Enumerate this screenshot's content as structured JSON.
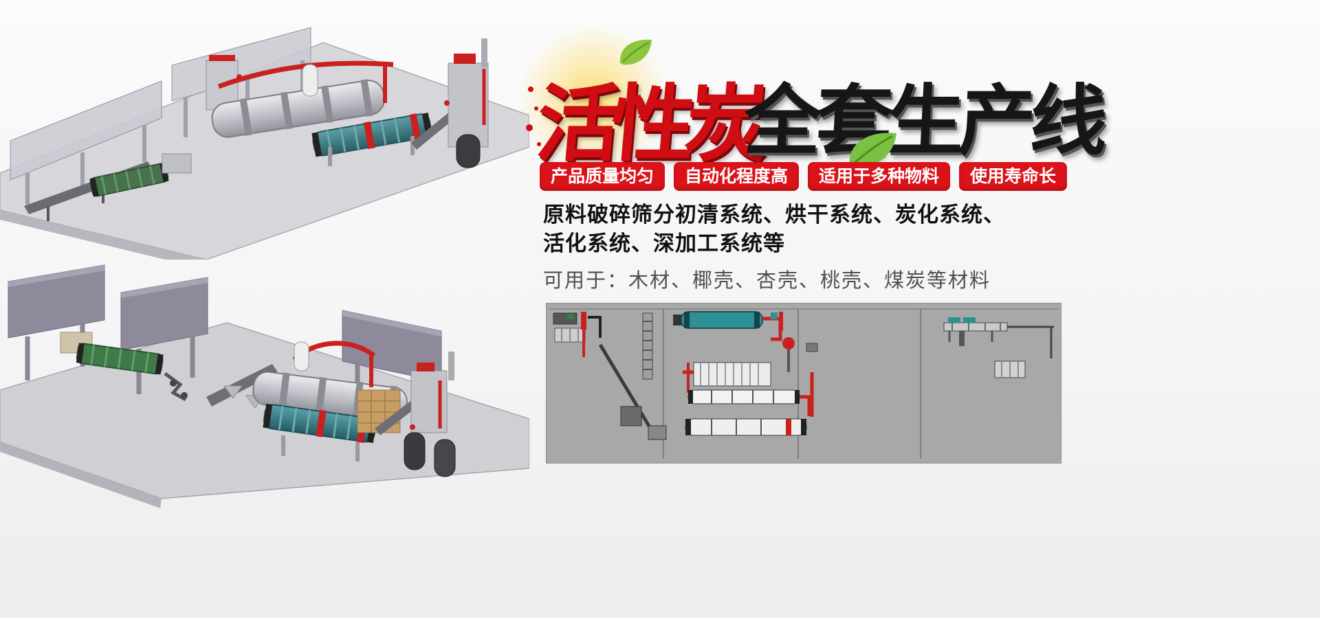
{
  "title": {
    "part1": "活性炭",
    "part2": "全套生产线"
  },
  "badges": [
    {
      "label": "产品质量均匀"
    },
    {
      "label": "自动化程度高"
    },
    {
      "label": "适用于多种物料"
    },
    {
      "label": "使用寿命长"
    }
  ],
  "description": {
    "line1": "原料破碎筛分初清系统、烘干系统、炭化系统、",
    "line2": "活化系统、深加工系统等",
    "line3": "可用于：木材、椰壳、杏壳、桃壳、煤炭等材料"
  },
  "illustrations": {
    "top_render": "activated-carbon-production-line-3d-render-top",
    "bottom_render": "activated-carbon-production-line-3d-render-bottom",
    "layout_diagram": "production-line-plant-layout-diagram"
  },
  "icons": {
    "leaf": "leaf-icon",
    "glow": "sun-glow-highlight"
  },
  "colors": {
    "badge_red": "#da1219",
    "title_red": "#cf0d12",
    "title_black": "#161616",
    "leaf_green": "#7ac143",
    "panel_gray": "#a8a8a8",
    "pipe_red": "#c9211f",
    "drum_teal": "#2e8f96",
    "wall_purple_gray": "#8e8a9c"
  }
}
